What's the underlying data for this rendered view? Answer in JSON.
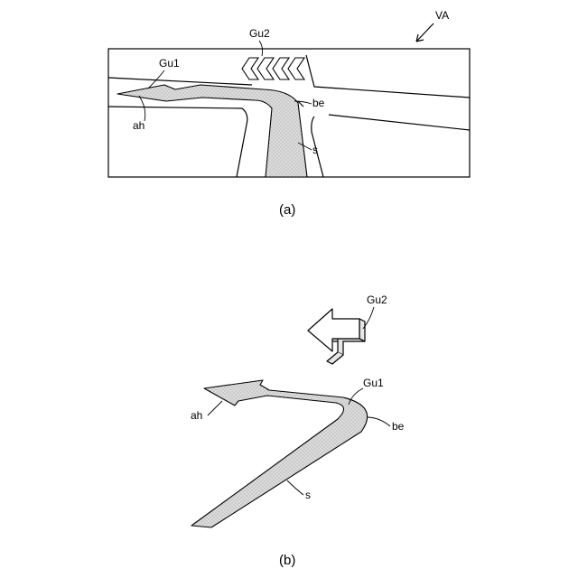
{
  "figure_a": {
    "view_label": "VA",
    "labels": {
      "gu1": "Gu1",
      "gu2": "Gu2",
      "be": "be",
      "ah": "ah",
      "s": "s"
    },
    "caption": "(a)"
  },
  "figure_b": {
    "labels": {
      "gu1": "Gu1",
      "gu2": "Gu2",
      "be": "be",
      "ah": "ah",
      "s": "s"
    },
    "caption": "(b)"
  },
  "colors": {
    "line": "#000000",
    "stipple_fill": "#d4d4d4",
    "background": "#ffffff"
  }
}
